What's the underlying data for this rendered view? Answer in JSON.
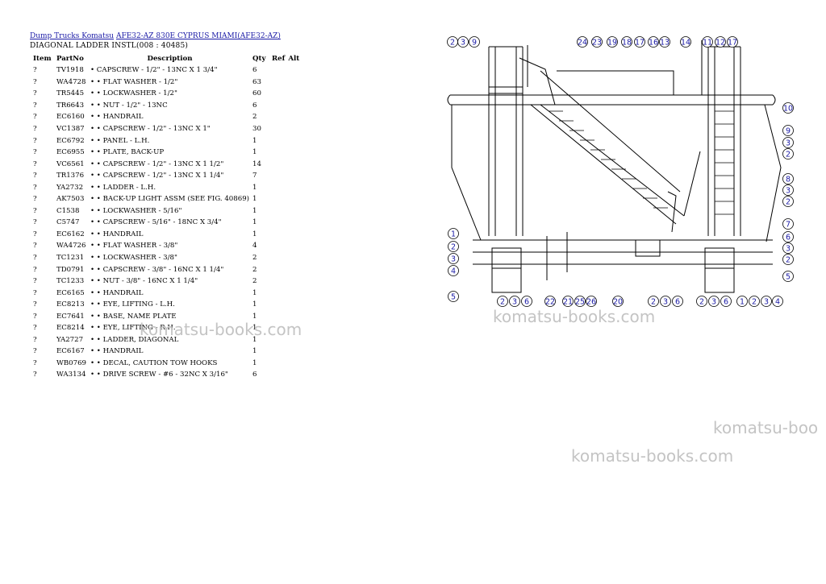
{
  "breadcrumb": {
    "link1": "Dump Trucks Komatsu",
    "link2": "AFE32-AZ 830E CYPRUS MIAMI(AFE32-AZ)"
  },
  "subtitle": "DIAGONAL LADDER INSTL(008 : 40485)",
  "table": {
    "headers": {
      "item": "Item",
      "part": "PartNo",
      "desc": "Description",
      "qty": "Qty",
      "ref": "Ref",
      "alt": "Alt"
    },
    "rows": [
      {
        "item": "?",
        "part": "TV1918",
        "desc": "• CAPSCREW - 1/2\" - 13NC X 1 3/4\"",
        "qty": "6"
      },
      {
        "item": "?",
        "part": "WA4728",
        "desc": "• • FLAT WASHER - 1/2\"",
        "qty": "63"
      },
      {
        "item": "?",
        "part": "TR5445",
        "desc": "• • LOCKWASHER - 1/2\"",
        "qty": "60"
      },
      {
        "item": "?",
        "part": "TR6643",
        "desc": "• • NUT - 1/2\" - 13NC",
        "qty": "6"
      },
      {
        "item": "?",
        "part": "EC6160",
        "desc": "• • HANDRAIL",
        "qty": "2"
      },
      {
        "item": "?",
        "part": "VC1387",
        "desc": "• • CAPSCREW - 1/2\" - 13NC X 1\"",
        "qty": "30"
      },
      {
        "item": "?",
        "part": "EC6792",
        "desc": "• • PANEL - L.H.",
        "qty": "1"
      },
      {
        "item": "?",
        "part": "EC6955",
        "desc": "• • PLATE, BACK-UP",
        "qty": "1"
      },
      {
        "item": "?",
        "part": "VC6561",
        "desc": "• • CAPSCREW - 1/2\" - 13NC X 1 1/2\"",
        "qty": "14"
      },
      {
        "item": "?",
        "part": "TR1376",
        "desc": "• • CAPSCREW - 1/2\" - 13NC X 1 1/4\"",
        "qty": "7"
      },
      {
        "item": "?",
        "part": "YA2732",
        "desc": "• • LADDER - L.H.",
        "qty": "1"
      },
      {
        "item": "?",
        "part": "AK7503",
        "desc": "• • BACK-UP LIGHT ASSM (SEE FIG. 40869)",
        "qty": "1"
      },
      {
        "item": "?",
        "part": "C1538",
        "desc": "• • LOCKWASHER - 5/16\"",
        "qty": "1"
      },
      {
        "item": "?",
        "part": "C5747",
        "desc": "• • CAPSCREW - 5/16\" - 18NC X 3/4\"",
        "qty": "1"
      },
      {
        "item": "?",
        "part": "EC6162",
        "desc": "• • HANDRAIL",
        "qty": "1"
      },
      {
        "item": "?",
        "part": "WA4726",
        "desc": "• • FLAT WASHER - 3/8\"",
        "qty": "4"
      },
      {
        "item": "?",
        "part": "TC1231",
        "desc": "• • LOCKWASHER - 3/8\"",
        "qty": "2"
      },
      {
        "item": "?",
        "part": "TD0791",
        "desc": "• • CAPSCREW - 3/8\" - 16NC X 1 1/4\"",
        "qty": "2"
      },
      {
        "item": "?",
        "part": "TC1233",
        "desc": "• • NUT - 3/8\" - 16NC X 1 1/4\"",
        "qty": "2"
      },
      {
        "item": "?",
        "part": "EC6165",
        "desc": "• • HANDRAIL",
        "qty": "1"
      },
      {
        "item": "?",
        "part": "EC8213",
        "desc": "• • EYE, LIFTING - L.H.",
        "qty": "1"
      },
      {
        "item": "?",
        "part": "EC7641",
        "desc": "• • BASE, NAME PLATE",
        "qty": "1"
      },
      {
        "item": "?",
        "part": "EC8214",
        "desc": "• • EYE, LIFTING - R.H.",
        "qty": "1"
      },
      {
        "item": "?",
        "part": "YA2727",
        "desc": "• • LADDER, DIAGONAL",
        "qty": "1"
      },
      {
        "item": "?",
        "part": "EC6167",
        "desc": "• • HANDRAIL",
        "qty": "1"
      },
      {
        "item": "?",
        "part": "WB0769",
        "desc": "• • DECAL, CAUTION TOW HOOKS",
        "qty": "1"
      },
      {
        "item": "?",
        "part": "WA3134",
        "desc": "• • DRIVE SCREW - #6 - 32NC X 3/16\"",
        "qty": "6"
      }
    ]
  },
  "watermark": {
    "w1": "komatsu-books.com",
    "w2": "komatsu-books.com",
    "w3": "komatsu-boo",
    "w4": "komatsu-books.com"
  },
  "diagram": {
    "callouts": {
      "top": [
        "2",
        "3",
        "9",
        "24",
        "23",
        "19",
        "18",
        "17",
        "16",
        "13",
        "14",
        "11",
        "12",
        "17"
      ],
      "right": [
        "10",
        "9",
        "3",
        "2",
        "8",
        "3",
        "2",
        "7",
        "6",
        "3",
        "2",
        "5"
      ],
      "left": [
        "1",
        "2",
        "3",
        "4",
        "5"
      ],
      "bottom": [
        "2",
        "3",
        "6",
        "22",
        "21",
        "25",
        "26",
        "20",
        "2",
        "3",
        "6",
        "2",
        "3",
        "6",
        "1",
        "2",
        "3",
        "4"
      ]
    }
  }
}
